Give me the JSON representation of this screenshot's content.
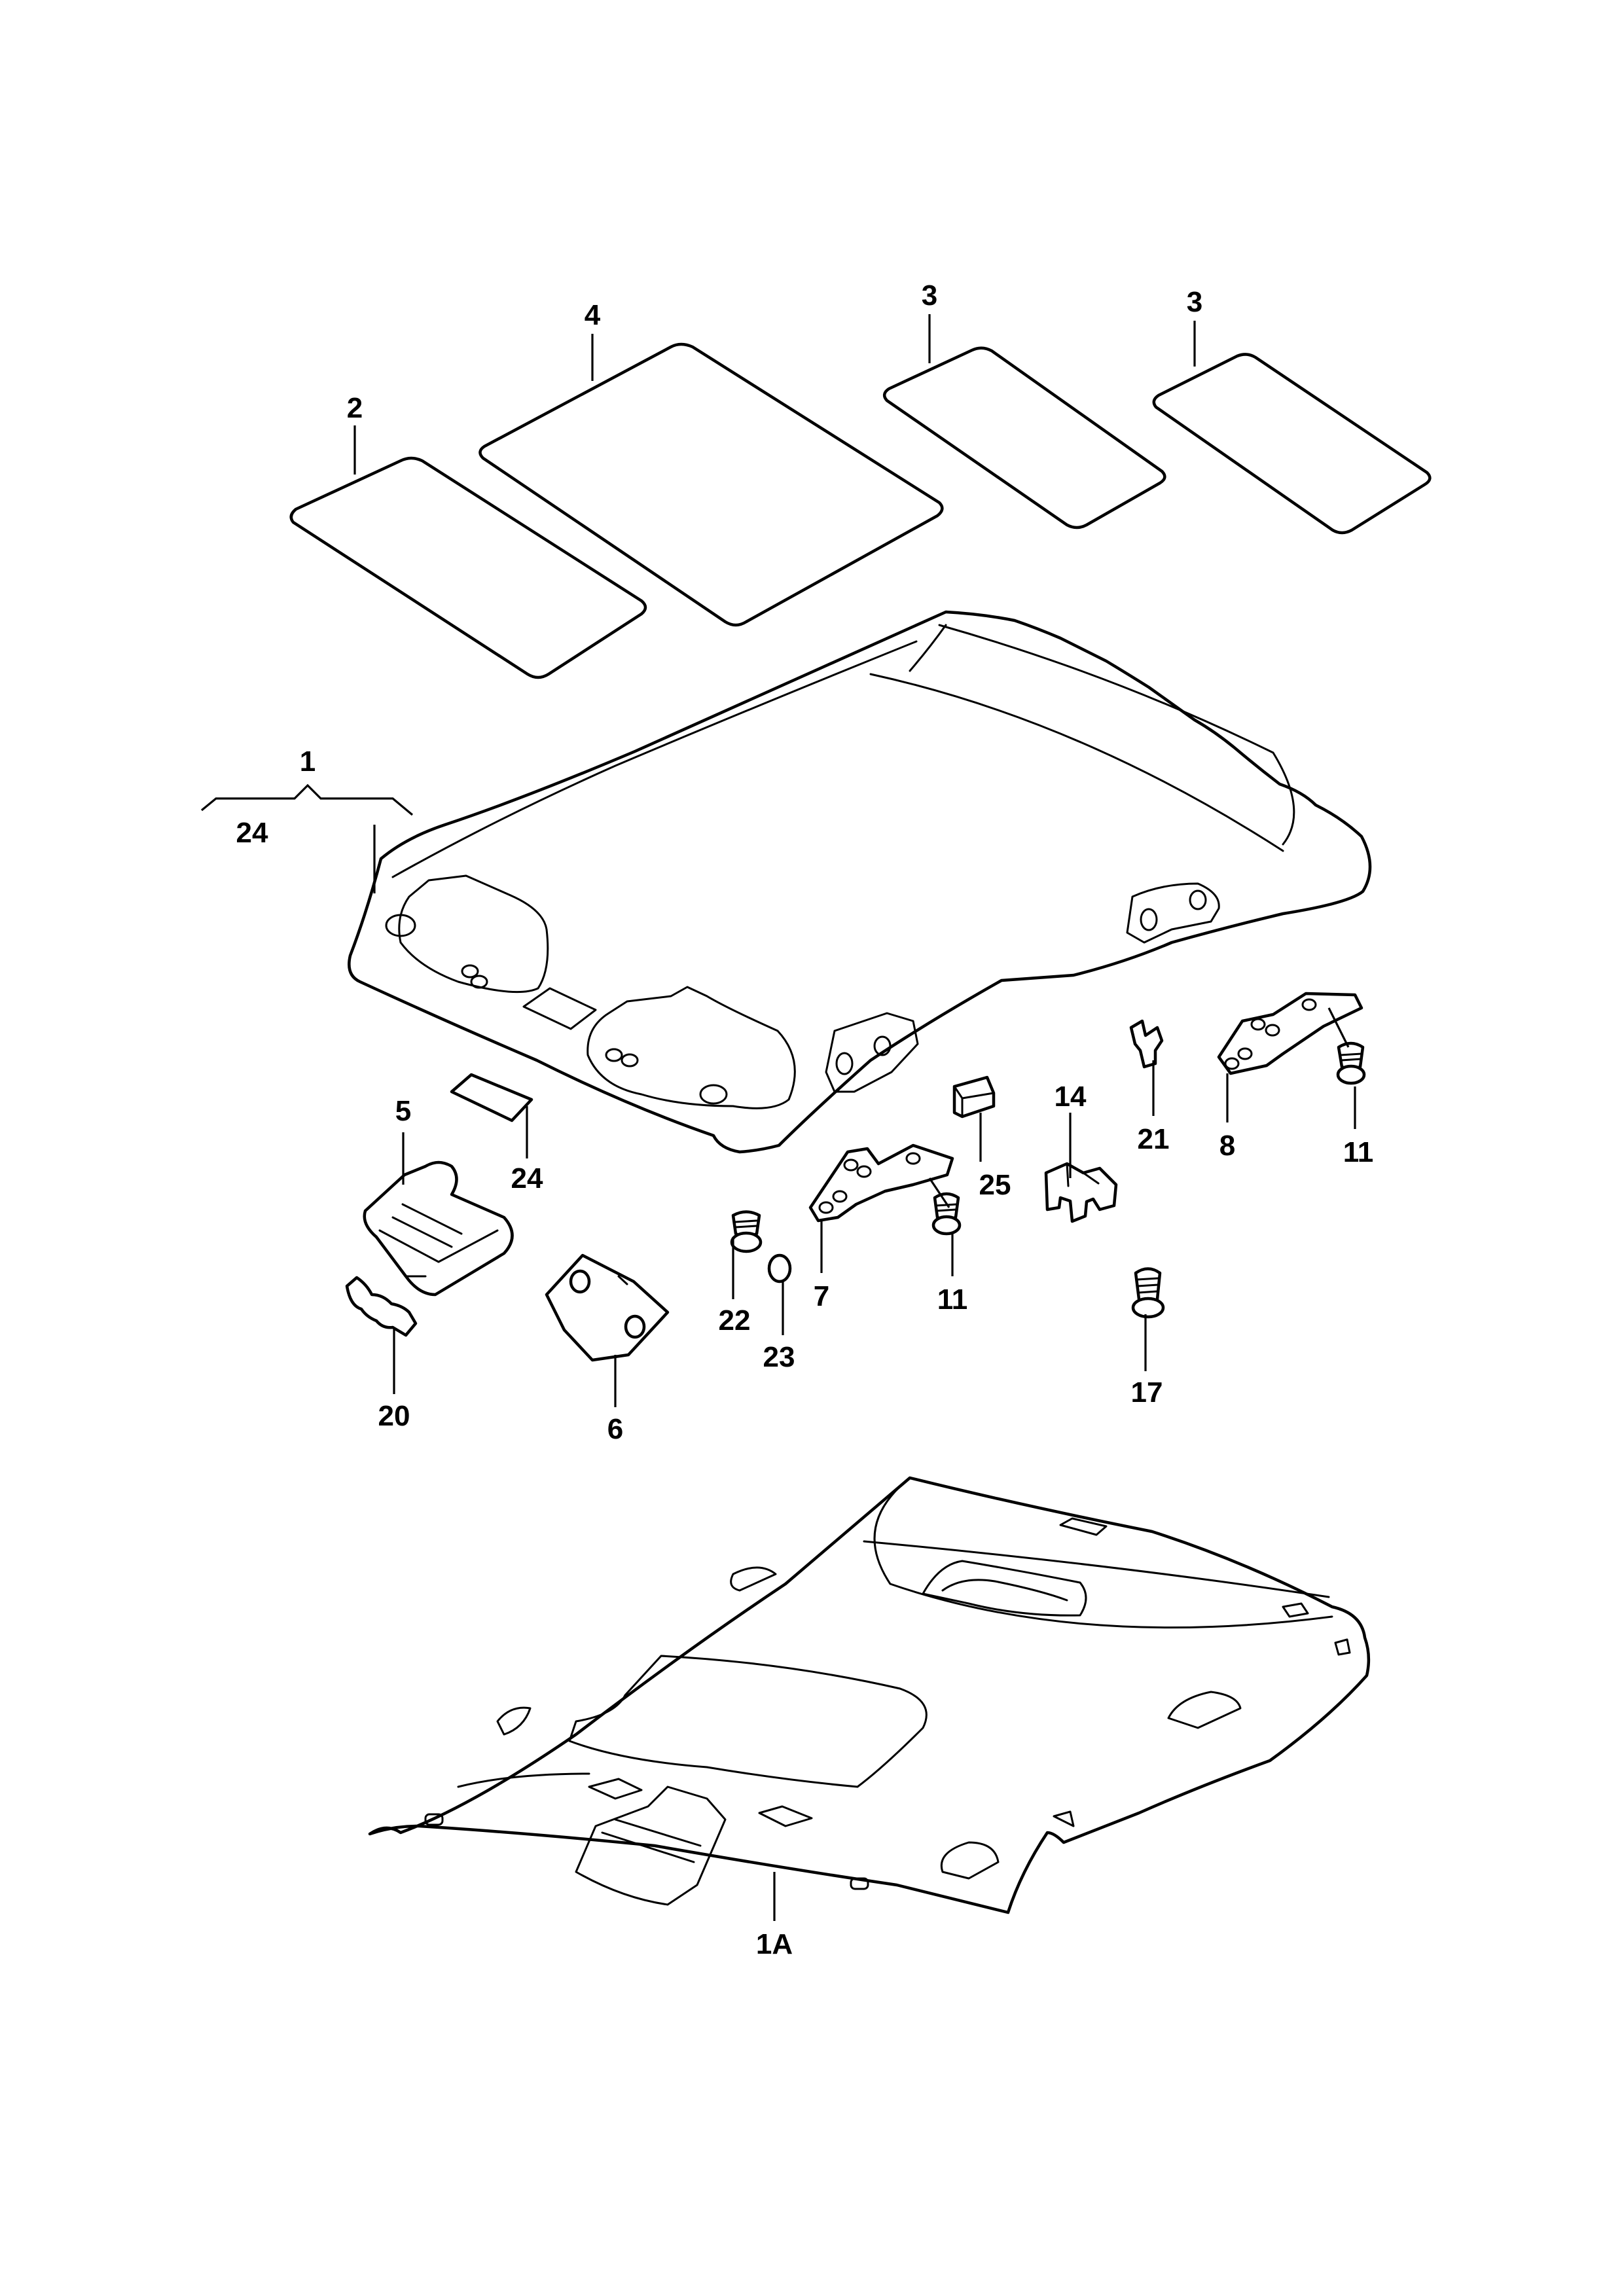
{
  "callouts": {
    "c1": "1",
    "c1a": "1A",
    "c2": "2",
    "c3a": "3",
    "c3b": "3",
    "c4": "4",
    "c5": "5",
    "c6": "6",
    "c7": "7",
    "c8": "8",
    "c11a": "11",
    "c11b": "11",
    "c14": "14",
    "c17": "17",
    "c20": "20",
    "c21": "21",
    "c22": "22",
    "c23": "23",
    "c24a": "24",
    "c24b": "24",
    "c25": "25"
  },
  "colors": {
    "line": "#000000",
    "background": "#ffffff"
  }
}
